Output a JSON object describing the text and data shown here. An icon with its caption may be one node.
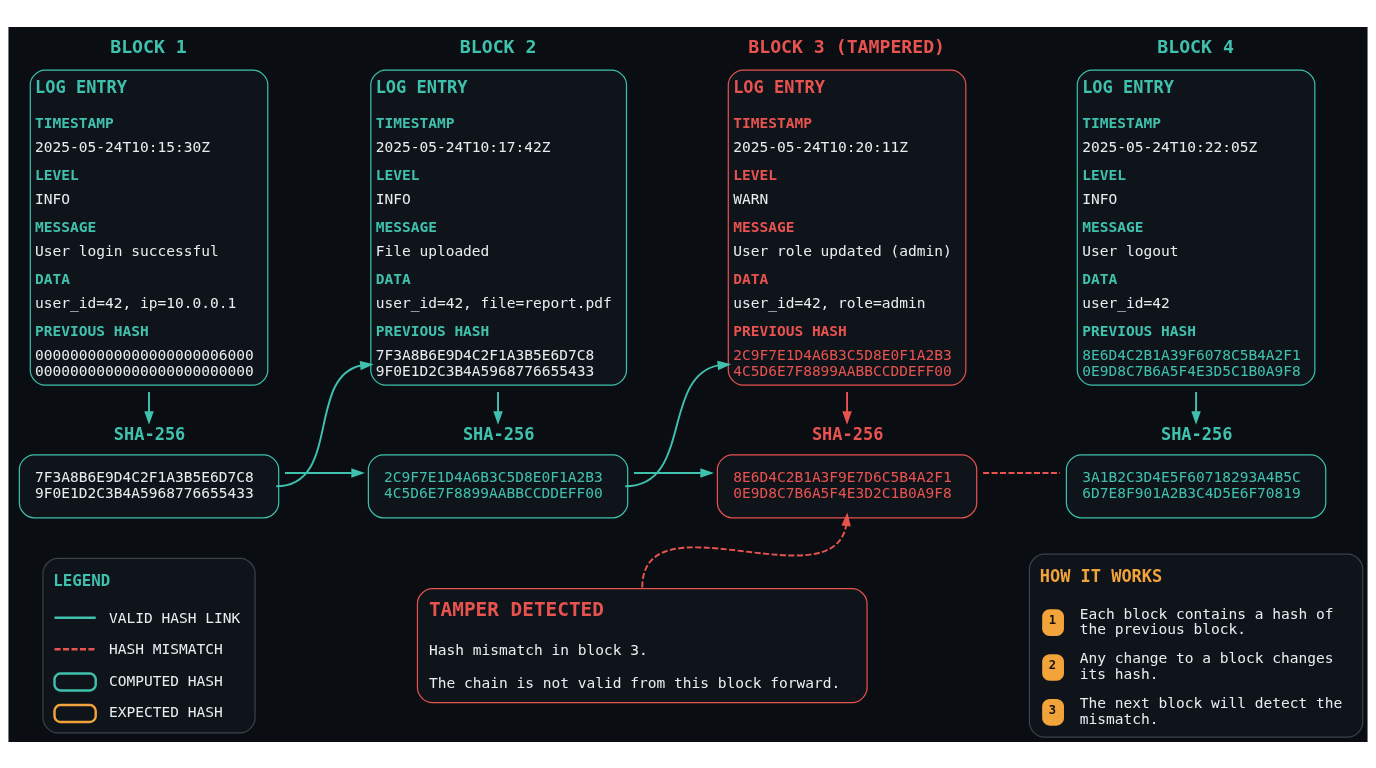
{
  "diagram": {
    "nodes": [
      {
        "text": [
          "BLOCK 1",
          "LOG ENTRY",
          "TIMESTAMP",
          "2025-05-24T10:15:30Z",
          "LEVEL",
          "INFO",
          "MESSAGE",
          "User login successful",
          "DATA",
          "user_id=42, ip=10.0.0.1",
          "PREVIOUS HASH",
          "0000000000000000000006000 0000000000000000000000000"
        ]
      },
      {
        "text": [
          "BLOCK 2",
          "LOG ENTRY",
          "TIMESTAMP",
          "2025-05-24T10:17:42Z",
          "LEVEL",
          "INFO",
          "MESSAGE",
          "File uploaded",
          "DATA",
          "user_id=42, file=report.pdf",
          "PREVIOUS HASH",
          "7F3A8B6E9D4C2F1A3B5E6D7C8 9F0E1D2C3B4A5968776655433"
        ]
      },
      {
        "text": [
          "BLOCK 3 (TAMPERED)",
          "LOG ENTRY",
          "TIMESTAMP",
          "2025-05-24T10:20:11Z",
          "LEVEL",
          "WARN",
          "MESSAGE",
          "User role updated (admin)",
          "DATA",
          "user_id=42, role=admin",
          "PREVIOUS HASH",
          "2C9F7E1D4A6B3C5D8E0F1A2B3 4C5D6E7F8899AABBCCDDEFF00"
        ]
      },
      {
        "text": [
          "BLOCK 4",
          "LOG ENTRY",
          "TIMESTAMP",
          "2025-05-24T10:22:05Z",
          "LEVEL",
          "INFO",
          "MESSAGE",
          "User logout",
          "DATA",
          "user_id=42",
          "PREVIOUS HASH",
          "8E6D4C2B1A39F6078C5B4A2F1 0E9D8C7B6A5F4E3D5C1B0A9F8"
        ]
      },
      {
        "text": [
          "SHA-256",
          "7F3A8B6E9D4C2F1A3B5E6D7C8 9F0E1D2C3B4A5968776655433"
        ]
      },
      {
        "text": [
          "SHA-256",
          "2C9F7E1D4A6B3C5D8E0F1A2B3 4C5D6E7F8899AABBCCDDEFF00"
        ]
      },
      {
        "text": [
          "SHA-256",
          "8E6D4C2B1A3F9E7D6C5B4A2F1 0E9D8C7B6A5F4E3D2C1B0A9F8"
        ]
      },
      {
        "text": [
          "SHA-256",
          "3A1B2C3D4E5F60718293A4B5C 6D7E8F901A2B3C4D5E6F70819"
        ]
      },
      {
        "text": [
          "TAMPER DETECTED",
          "Hash mismatch in block 3.",
          "The chain is not valid from this block forward."
        ]
      },
      {
        "text": [
          "HOW IT WORKS",
          "1",
          "Each block contains a hash of the previous block.",
          "2",
          "Any change to a block changes its hash.",
          "3",
          "The next block will detect the mismatch."
        ]
      }
    ],
    "edges": [
      {
        "from": 0,
        "to": 4,
        "arrow": "to"
      },
      {
        "from": 1,
        "to": 5,
        "arrow": "to"
      },
      {
        "from": 2,
        "to": 6,
        "arrow": "to",
        "color": "#e8524f"
      },
      {
        "from": 3,
        "to": 7,
        "arrow": "to"
      },
      {
        "from": 4,
        "to": 1,
        "arrow": "to"
      },
      {
        "from": 4,
        "to": 5,
        "arrow": "to"
      },
      {
        "from": 5,
        "to": 2,
        "arrow": "to"
      },
      {
        "from": 5,
        "to": 6,
        "arrow": "to"
      },
      {
        "from": 6,
        "to": 7,
        "arrow": "none",
        "style": "dashed",
        "color": "#e8524f"
      },
      {
        "from": 8,
        "to": 6,
        "arrow": "to",
        "style": "dashed",
        "color": "#e8524f"
      }
    ],
    "labels": [
      "LEGEND"
    ],
    "legend": [
      {
        "text": "VALID HASH LINK"
      },
      {
        "text": "HASH MISMATCH"
      },
      {
        "text": "COMPUTED HASH",
        "color": "#3fc1ae"
      },
      {
        "text": "EXPECTED HASH",
        "color": "#f2a33a"
      }
    ]
  }
}
